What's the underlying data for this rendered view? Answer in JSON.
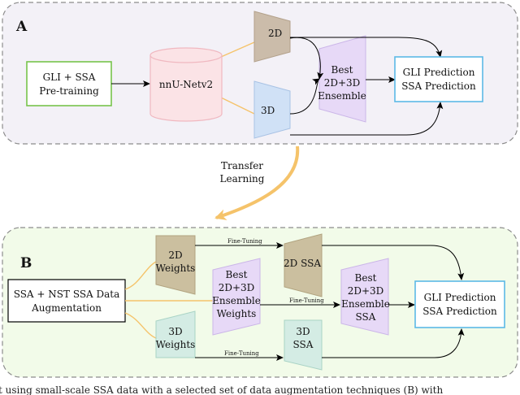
{
  "panel_a": {
    "letter": "A",
    "pretraining_box": [
      "GLI + SSA",
      "Pre-training"
    ],
    "cylinder": "nnU-Netv2",
    "model_2d": "2D",
    "model_3d": "3D",
    "ensemble": [
      "Best",
      "2D+3D",
      "Ensemble"
    ],
    "prediction_box": [
      "GLI Prediction",
      "SSA Prediction"
    ]
  },
  "transfer": [
    "Transfer",
    "Learning"
  ],
  "panel_b": {
    "letter": "B",
    "data_box": [
      "SSA + NST SSA Data",
      "Augmentation"
    ],
    "weights_2d": [
      "2D",
      "Weights"
    ],
    "weights_3d": [
      "3D",
      "Weights"
    ],
    "ensemble_weights": [
      "Best",
      "2D+3D",
      "Ensemble",
      "Weights"
    ],
    "ssa_2d": "2D SSA",
    "ssa_3d": [
      "3D",
      "SSA"
    ],
    "ensemble_ssa": [
      "Best",
      "2D+3D",
      "Ensemble",
      "SSA"
    ],
    "fine_tuning_1": "Fine-Tuning",
    "fine_tuning_2": "Fine-Tuning",
    "fine_tuning_3": "Fine-Tuning",
    "prediction_box": [
      "GLI Prediction",
      "SSA Prediction"
    ]
  },
  "caption": "t using small-scale SSA data with a selected set of data augmentation techniques (B) with"
}
